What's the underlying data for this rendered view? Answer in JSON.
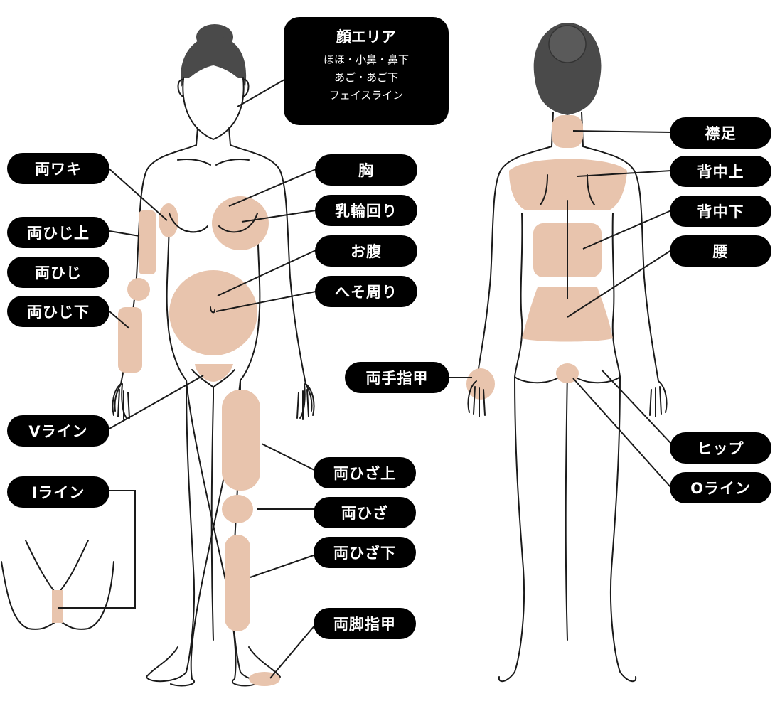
{
  "colors": {
    "zone": "#e8c4ad",
    "outline": "#1a1a1a",
    "hair": "#4a4a4a",
    "label_bg": "#000000",
    "label_text": "#ffffff"
  },
  "face_area": {
    "title": "顔エリア",
    "lines": [
      "ほほ・小鼻・鼻下",
      "あご・あご下",
      "フェイスライン"
    ]
  },
  "front_labels": {
    "underarm": "両ワキ",
    "upper_elbow": "両ひじ上",
    "elbow": "両ひじ",
    "lower_elbow": "両ひじ下",
    "chest": "胸",
    "areola": "乳輪回り",
    "belly": "お腹",
    "navel": "へそ周り",
    "v_line": "Vライン",
    "i_line": "Iライン",
    "upper_knee": "両ひざ上",
    "knee": "両ひざ",
    "lower_knee": "両ひざ下",
    "toes": "両脚指甲"
  },
  "back_labels": {
    "nape": "襟足",
    "upper_back": "背中上",
    "lower_back": "背中下",
    "waist": "腰",
    "fingers": "両手指甲",
    "hip": "ヒップ",
    "o_line": "Oライン"
  }
}
